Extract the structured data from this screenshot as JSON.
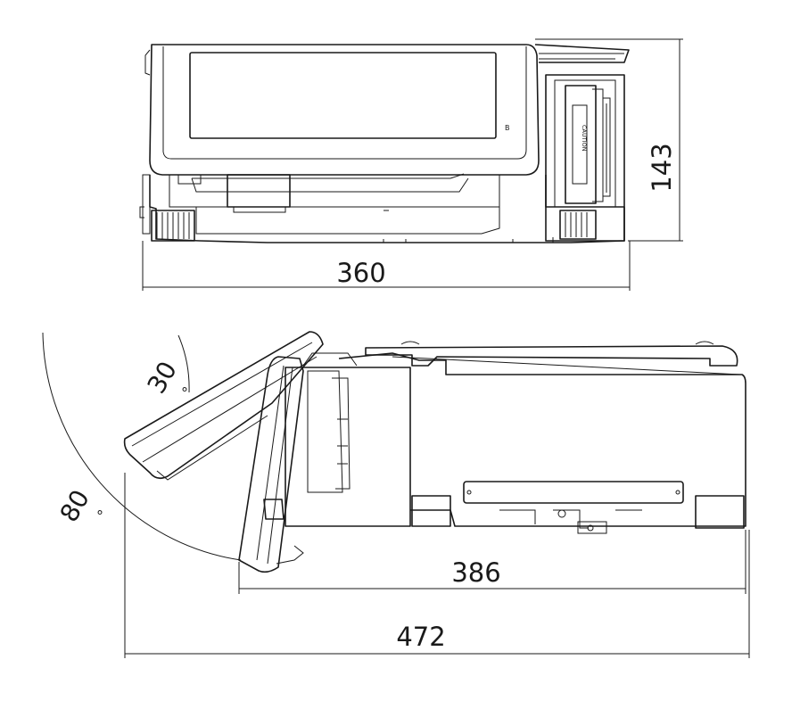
{
  "front_view": {
    "width_dimension": "360",
    "height_dimension": "143",
    "caution_label": "CAUTION",
    "indicator_glyph": "B"
  },
  "side_view": {
    "depth_dimension": "386",
    "total_depth_dimension": "472",
    "tilt_angle_label": "30",
    "swing_angle_label": "80",
    "degree_symbol": "°"
  }
}
